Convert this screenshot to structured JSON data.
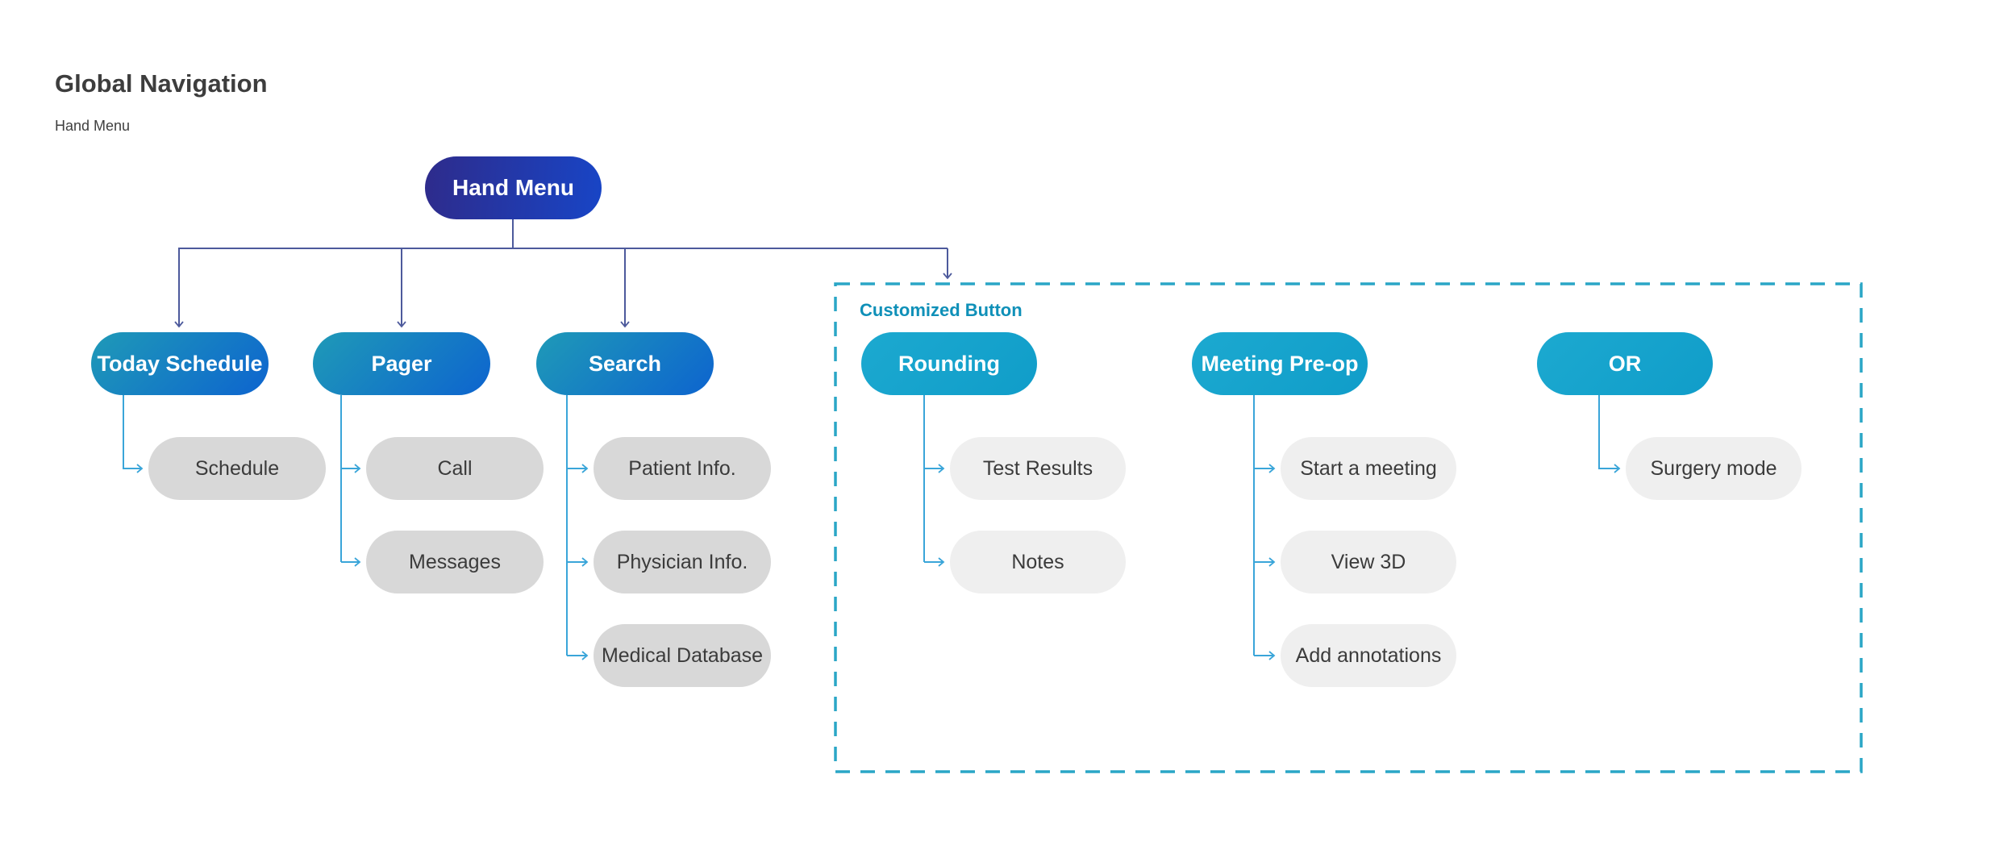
{
  "page": {
    "title": "Global Navigation",
    "subtitle": "Hand Menu"
  },
  "tree": {
    "root": {
      "label": "Hand Menu"
    },
    "main_groups": [
      {
        "label": "Today Schedule",
        "children": [
          {
            "label": "Schedule"
          }
        ]
      },
      {
        "label": "Pager",
        "children": [
          {
            "label": "Call"
          },
          {
            "label": "Messages"
          }
        ]
      },
      {
        "label": "Search",
        "children": [
          {
            "label": "Patient Info."
          },
          {
            "label": "Physician Info."
          },
          {
            "label": "Medical Database"
          }
        ]
      }
    ],
    "customized": {
      "label": "Customized Button",
      "groups": [
        {
          "label": "Rounding",
          "children": [
            {
              "label": "Test Results"
            },
            {
              "label": "Notes"
            }
          ]
        },
        {
          "label": "Meeting Pre-op",
          "children": [
            {
              "label": "Start a meeting"
            },
            {
              "label": "View 3D"
            },
            {
              "label": "Add annotations"
            }
          ]
        },
        {
          "label": "OR",
          "children": [
            {
              "label": "Surgery mode"
            }
          ]
        }
      ]
    }
  },
  "colors": {
    "root_gradient_start": "#2e2b8b",
    "root_gradient_end": "#1845c6",
    "primary_gradient_start": "#1f9ab7",
    "primary_gradient_end": "#0d64cf",
    "custom_pill": "#16a3cd",
    "gray_pill": "#d8d8d8",
    "light_gray_pill": "#efefef",
    "navy_connector": "#4d5a9c",
    "blue_connector": "#3aa5d9",
    "dashed_border": "#2aa6c6",
    "custom_label_text": "#0f90b8",
    "title_text": "#3d3d3d",
    "child_text": "#3b3b3b",
    "parent_text": "#ffffff"
  }
}
